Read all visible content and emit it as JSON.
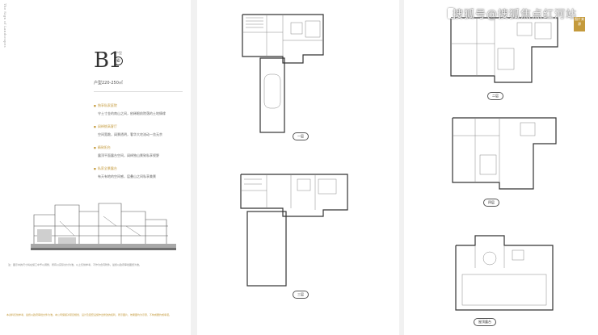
{
  "left_page": {
    "spine_text": "The Sign of Landscapes",
    "model": "B1",
    "model_sub": "户型",
    "model_circle": "⑥",
    "area": "户型220-250㎡",
    "features": [
      {
        "title": "独享私家庭院",
        "desc": "守土寸金的南山之间，依稀眼前院落的土地情缘"
      },
      {
        "title": "阔绰挑高客厅",
        "desc": "空间宽敞，阔景透明，奢华大宅流动一览无余"
      },
      {
        "title": "精致阳台",
        "desc": "露顶平面露台空间，阔绰独山景致私享视野"
      },
      {
        "title": "私家全景露台",
        "desc": "有天有地的空间感，层叠山之间私享美景"
      }
    ],
    "note": "注：图示中的尺寸将在施工中予以调整，所有以实际交付为准。以上仅供参考，不作为合同附件。最终以政府审批图纸为准。",
    "footer": "本资料仅供参考，最终以政府审批文件为准。本公司保留对项目规划、设计及配套设施作出修改的权利，所示图片、效果图均为示意，不构成要约或承诺。"
  },
  "middle_page": {
    "plans": [
      {
        "label": "一层"
      },
      {
        "label": "三层"
      }
    ]
  },
  "right_page": {
    "plans": [
      {
        "label": "二层"
      },
      {
        "label": "四层"
      },
      {
        "label": "屋顶露台"
      }
    ]
  },
  "watermark": "搜狐号@搜狐焦点红河站",
  "corner_tag": "图片来源"
}
